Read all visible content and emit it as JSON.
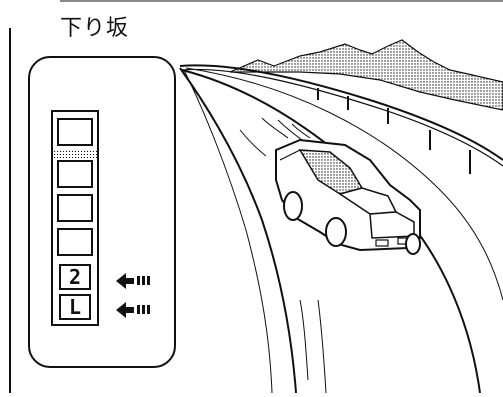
{
  "title": "下り坂",
  "gear_panel": {
    "gears": [
      "",
      "",
      "",
      "",
      "2",
      "L"
    ],
    "indicated": [
      "2",
      "L"
    ]
  }
}
